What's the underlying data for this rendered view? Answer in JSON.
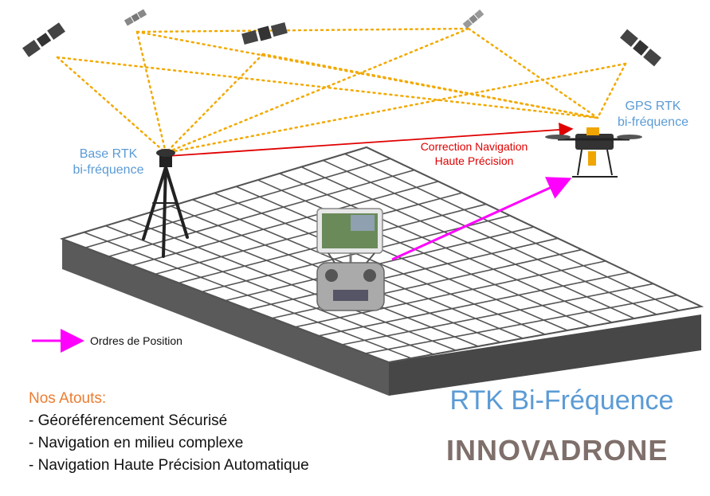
{
  "labels": {
    "base_line1": "Base RTK",
    "base_line2": "bi-fréquence",
    "gps_line1": "GPS RTK",
    "gps_line2": "bi-fréquence",
    "correction_line1": "Correction Navigation",
    "correction_line2": "Haute Précision"
  },
  "legend": {
    "label": "Ordres de Position"
  },
  "atouts": {
    "title": "Nos Atouts:",
    "items": [
      "- Géoréférencement Sécurisé",
      "- Navigation en milieu complexe",
      "- Navigation Haute Précision Automatique"
    ]
  },
  "main_title": "RTK Bi-Fréquence",
  "brand": "INNOVADRONE",
  "colors": {
    "signal_dotted": "#f2a900",
    "correction_line": "#e00000",
    "position_orders": "#ff00ff",
    "label_blue": "#5b9bd5",
    "atouts_title": "#ed7d31",
    "brand": "#7f6f6a"
  }
}
